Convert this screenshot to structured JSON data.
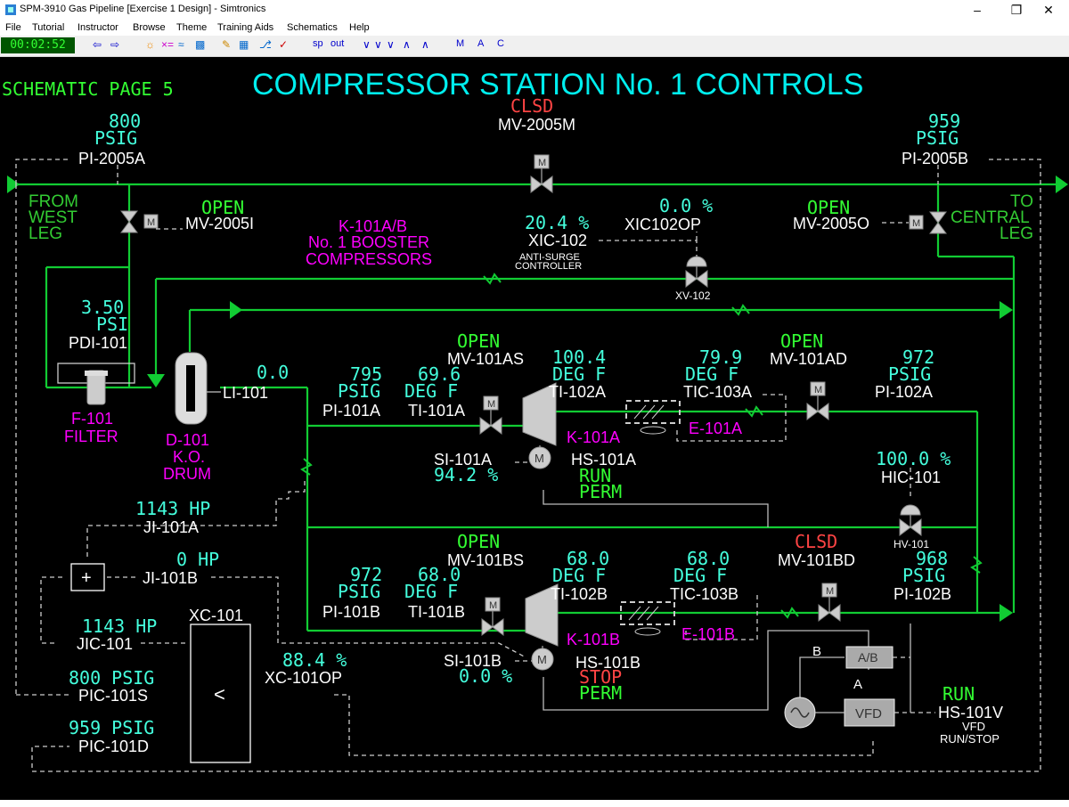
{
  "window": {
    "title": "SPM-3910 Gas Pipeline [Exercise 1 Design] - Simtronics",
    "min_icon": "minimize-icon",
    "restore_icon": "restore-icon",
    "close_icon": "close-icon"
  },
  "menu": [
    "File",
    "Tutorial",
    "Instructor",
    "Browse",
    "Theme",
    "Training Aids",
    "Schematics",
    "Help"
  ],
  "toolbar": {
    "clock": "00:02:52",
    "sp": "sp",
    "out": "out",
    "m": "M",
    "a": "A",
    "c": "C"
  },
  "page": {
    "schematic_page": "SCHEMATIC PAGE 5",
    "title": "COMPRESSOR STATION No. 1 CONTROLS"
  },
  "inlet": {
    "from_line1": "FROM",
    "from_line2": "WEST",
    "from_line3": "LEG",
    "pi2005a_value": "800",
    "pi2005a_unit": "PSIG",
    "pi2005a_tag": "PI-2005A",
    "mv2005i_status": "OPEN",
    "mv2005i_tag": "MV-2005I"
  },
  "outlet": {
    "to_line1": "TO",
    "to_line2": "CENTRAL",
    "to_line3": "LEG",
    "pi2005b_value": "959",
    "pi2005b_unit": "PSIG",
    "pi2005b_tag": "PI-2005B",
    "mv2005o_status": "OPEN",
    "mv2005o_tag": "MV-2005O"
  },
  "bypass": {
    "mv2005m_status": "CLSD",
    "mv2005m_tag": "MV-2005M"
  },
  "booster": {
    "line1": "K-101A/B",
    "line2": "No. 1 BOOSTER",
    "line3": "COMPRESSORS"
  },
  "antisurge": {
    "xic_value": "20.4 %",
    "xic_tag": "XIC-102",
    "xic_desc1": "ANTI-SURGE",
    "xic_desc2": "CONTROLLER",
    "op_value": "0.0 %",
    "op_tag": "XIC102OP",
    "xv_tag": "XV-102"
  },
  "filter": {
    "pdi_value": "3.50",
    "pdi_unit": "PSI",
    "pdi_tag": "PDI-101",
    "name": "F-101",
    "label": "FILTER"
  },
  "drum": {
    "li_value": "0.0",
    "li_tag": "LI-101",
    "name": "D-101",
    "label1": "K.O.",
    "label2": "DRUM"
  },
  "train_a": {
    "pi_value": "795",
    "pi_unit": "PSIG",
    "pi_tag": "PI-101A",
    "ti_value": "69.6",
    "ti_unit": "DEG F",
    "ti_tag": "TI-101A",
    "mv_status": "OPEN",
    "mv_tag": "MV-101AS",
    "ti2_value": "100.4",
    "ti2_unit": "DEG F",
    "ti2_tag": "TI-102A",
    "tic_value": "79.9",
    "tic_unit": "DEG F",
    "tic_tag": "TIC-103A",
    "mvd_status": "OPEN",
    "mvd_tag": "MV-101AD",
    "pi2_value": "972",
    "pi2_unit": "PSIG",
    "pi2_tag": "PI-102A",
    "k_tag": "K-101A",
    "e_tag": "E-101A",
    "si_tag": "SI-101A",
    "si_value": "94.2 %",
    "hs_tag": "HS-101A",
    "hs_state": "RUN",
    "hs_perm": "PERM"
  },
  "train_b": {
    "pi_value": "972",
    "pi_unit": "PSIG",
    "pi_tag": "PI-101B",
    "ti_value": "68.0",
    "ti_unit": "DEG F",
    "ti_tag": "TI-101B",
    "mv_status": "OPEN",
    "mv_tag": "MV-101BS",
    "ti2_value": "68.0",
    "ti2_unit": "DEG F",
    "ti2_tag": "TI-102B",
    "tic_value": "68.0",
    "tic_unit": "DEG F",
    "tic_tag": "TIC-103B",
    "mvd_status": "CLSD",
    "mvd_tag": "MV-101BD",
    "pi2_value": "968",
    "pi2_unit": "PSIG",
    "pi2_tag": "PI-102B",
    "k_tag": "K-101B",
    "e_tag": "E-101B",
    "si_tag": "SI-101B",
    "si_value": "0.0 %",
    "hs_tag": "HS-101B",
    "hs_state": "STOP",
    "hs_perm": "PERM"
  },
  "hic": {
    "value": "100.0 %",
    "tag": "HIC-101",
    "hv_tag": "HV-101"
  },
  "control": {
    "ji_a_value": "1143 HP",
    "ji_a_tag": "JI-101A",
    "ji_b_value": "0 HP",
    "ji_b_tag": "JI-101B",
    "sum_symbol": "+",
    "jic_value": "1143 HP",
    "jic_tag": "JIC-101",
    "xc_tag": "XC-101",
    "xc_symbol": "<",
    "pics_value": "800 PSIG",
    "pics_tag": "PIC-101S",
    "picd_value": "959 PSIG",
    "picd_tag": "PIC-101D",
    "xcop_value": "88.4 %",
    "xcop_tag": "XC-101OP"
  },
  "vfd": {
    "ab_label": "A/B",
    "vfd_label": "VFD",
    "a": "A",
    "b": "B",
    "hs_state": "RUN",
    "hs_tag": "HS-101V",
    "desc1": "VFD",
    "desc2": "RUN/STOP"
  },
  "colors": {
    "pipe": "#11cc33",
    "value": "#44ffdd",
    "status_open": "#33ff33",
    "status_closed": "#ff4444",
    "equipment": "#ff00ff",
    "background": "#000000"
  }
}
